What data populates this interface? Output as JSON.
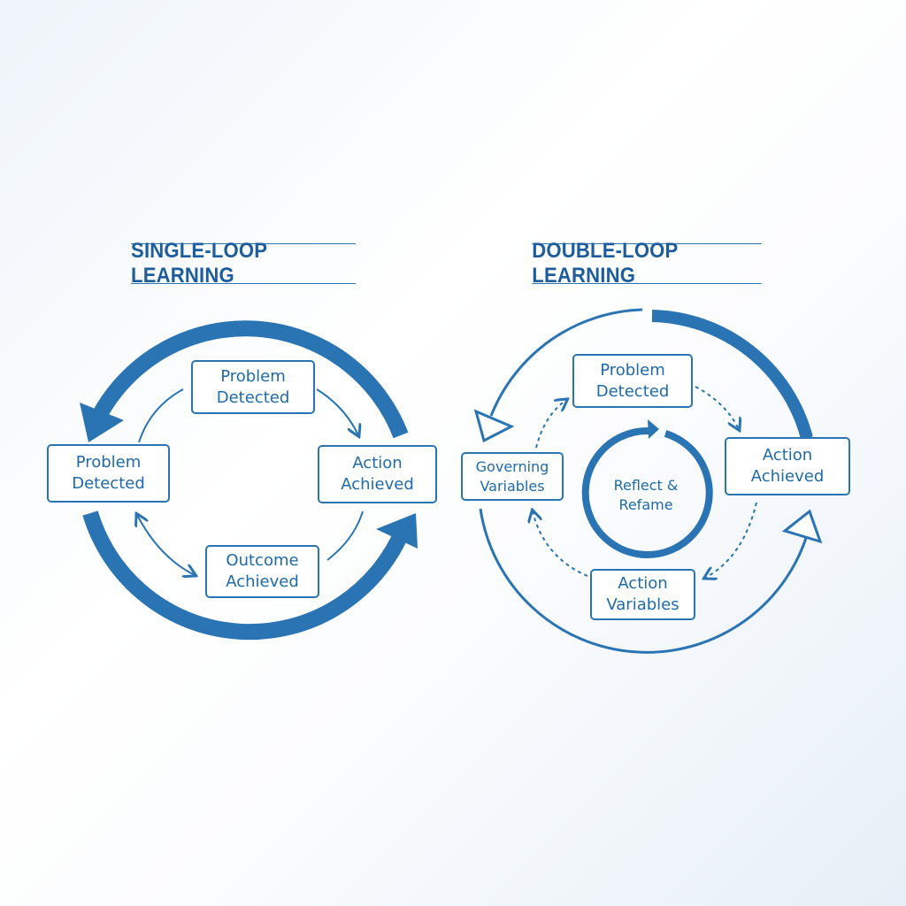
{
  "single_loop": {
    "title": "SINGLE-LOOP LEARNING",
    "nodes": {
      "top": "Problem Detected",
      "left": "Problem Detected",
      "right": "Action Achieved",
      "bottom": "Outcome Achieved"
    }
  },
  "double_loop": {
    "title": "DOUBLE-LOOP LEARNING",
    "nodes": {
      "top": "Problem Detected",
      "left": "Governing Variables",
      "right": "Action Achieved",
      "bottom": "Action Variables"
    },
    "center": "Reflect & Refame"
  },
  "colors": {
    "accent": "#2a74b3",
    "title": "#1d5d9b"
  }
}
